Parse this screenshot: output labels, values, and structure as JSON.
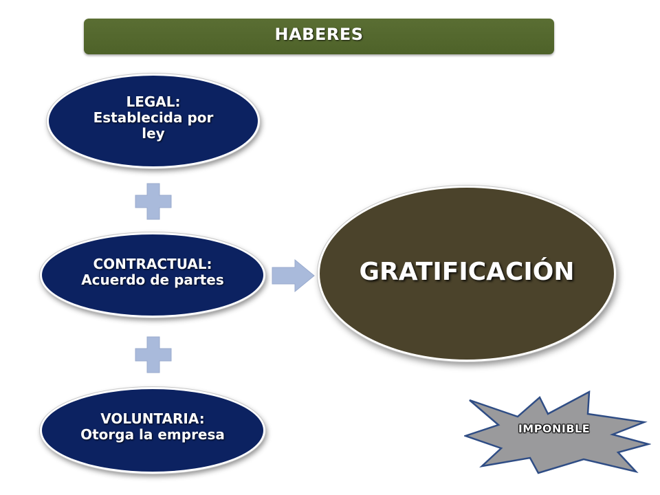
{
  "header": {
    "title": "HABERES"
  },
  "items": {
    "legal": {
      "line1": "LEGAL:",
      "line2": "Establecida por",
      "line3": "ley"
    },
    "contractual": {
      "line1": "CONTRACTUAL:",
      "line2": "Acuerdo de partes"
    },
    "voluntaria": {
      "line1": "VOLUNTARIA:",
      "line2": "Otorga la empresa"
    }
  },
  "result": {
    "label": "GRATIFICACIÓN"
  },
  "badge": {
    "label": "IMPONIBLE"
  },
  "colors": {
    "banner": "#56692f",
    "ellipse": "#0c2261",
    "result": "#4b432b",
    "connector": "#a8b9d9",
    "burst": "#9a9a9c"
  },
  "icons": [
    "plus-icon",
    "plus-icon",
    "arrow-right-icon",
    "starburst-shape"
  ]
}
